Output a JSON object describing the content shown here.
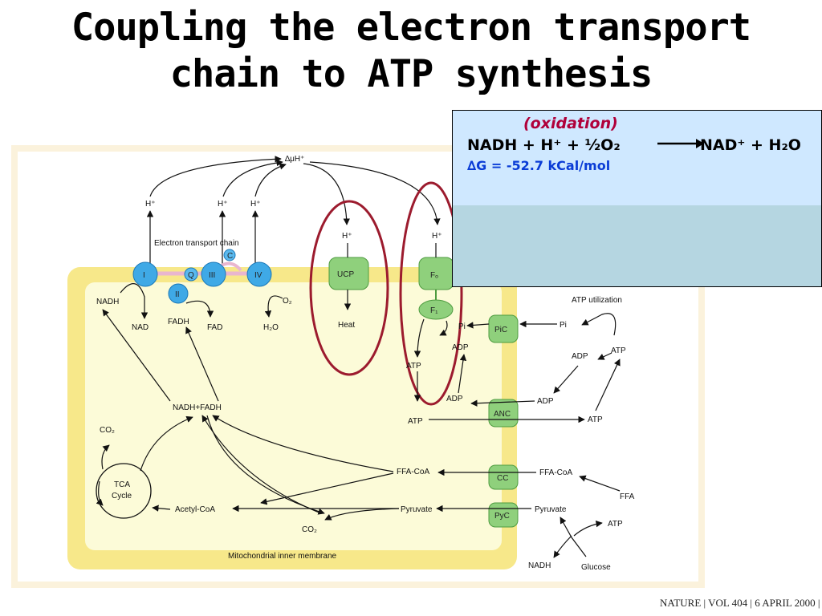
{
  "title": {
    "line1": "Coupling the electron transport",
    "line2": "chain to ATP synthesis"
  },
  "equation": {
    "label": "(oxidation)",
    "left": "NADH + H⁺ + ½O₂",
    "right": "NAD⁺ + H₂O",
    "delta_g": "∆G = -52.7 kCal/mol"
  },
  "diagram": {
    "delta_mu": "∆μH⁺",
    "hplus": "H⁺",
    "etc_label": "Electron transport chain",
    "complexes": {
      "c1": "I",
      "c2": "II",
      "c3": "III",
      "c4": "IV",
      "q": "Q",
      "c": "C"
    },
    "nadh": "NADH",
    "nad": "NAD",
    "fadh": "FADH",
    "fad": "FAD",
    "o2": "O₂",
    "h2o": "H₂O",
    "ucp": "UCP",
    "heat": "Heat",
    "fo": "Fₒ",
    "f1": "F₁",
    "pi_in": "Pi",
    "pi_out": "Pi",
    "pic": "PiC",
    "atp_util": "ATP utilization",
    "adp": "ADP",
    "atp": "ATP",
    "anc": "ANC",
    "nadh_fadh": "NADH+FADH",
    "co2": "CO₂",
    "tca": "TCA",
    "cycle": "Cycle",
    "ffacoa": "FFA-CoA",
    "cc": "CC",
    "ffa": "FFA",
    "acetylcoa": "Acetyl-CoA",
    "pyruvate": "Pyruvate",
    "pyc": "PyC",
    "glucose": "Glucose",
    "membrane": "Mitochondrial inner membrane"
  },
  "colors": {
    "panel_bg": "#fbf2dc",
    "membrane": "#f7e88a",
    "matrix": "#fcfbd8",
    "complex_blue": "#3fa9e6",
    "transporter_green": "#8fd07c",
    "highlight_ring": "#9c1b2e",
    "box_upper": "#cfe8ff",
    "box_lower": "#b5d6e1",
    "oxidation_text": "#b0003a",
    "delta_g_text": "#0a3cd6"
  },
  "credit": "NATURE | VOL 404 | 6 APRIL 2000 |"
}
